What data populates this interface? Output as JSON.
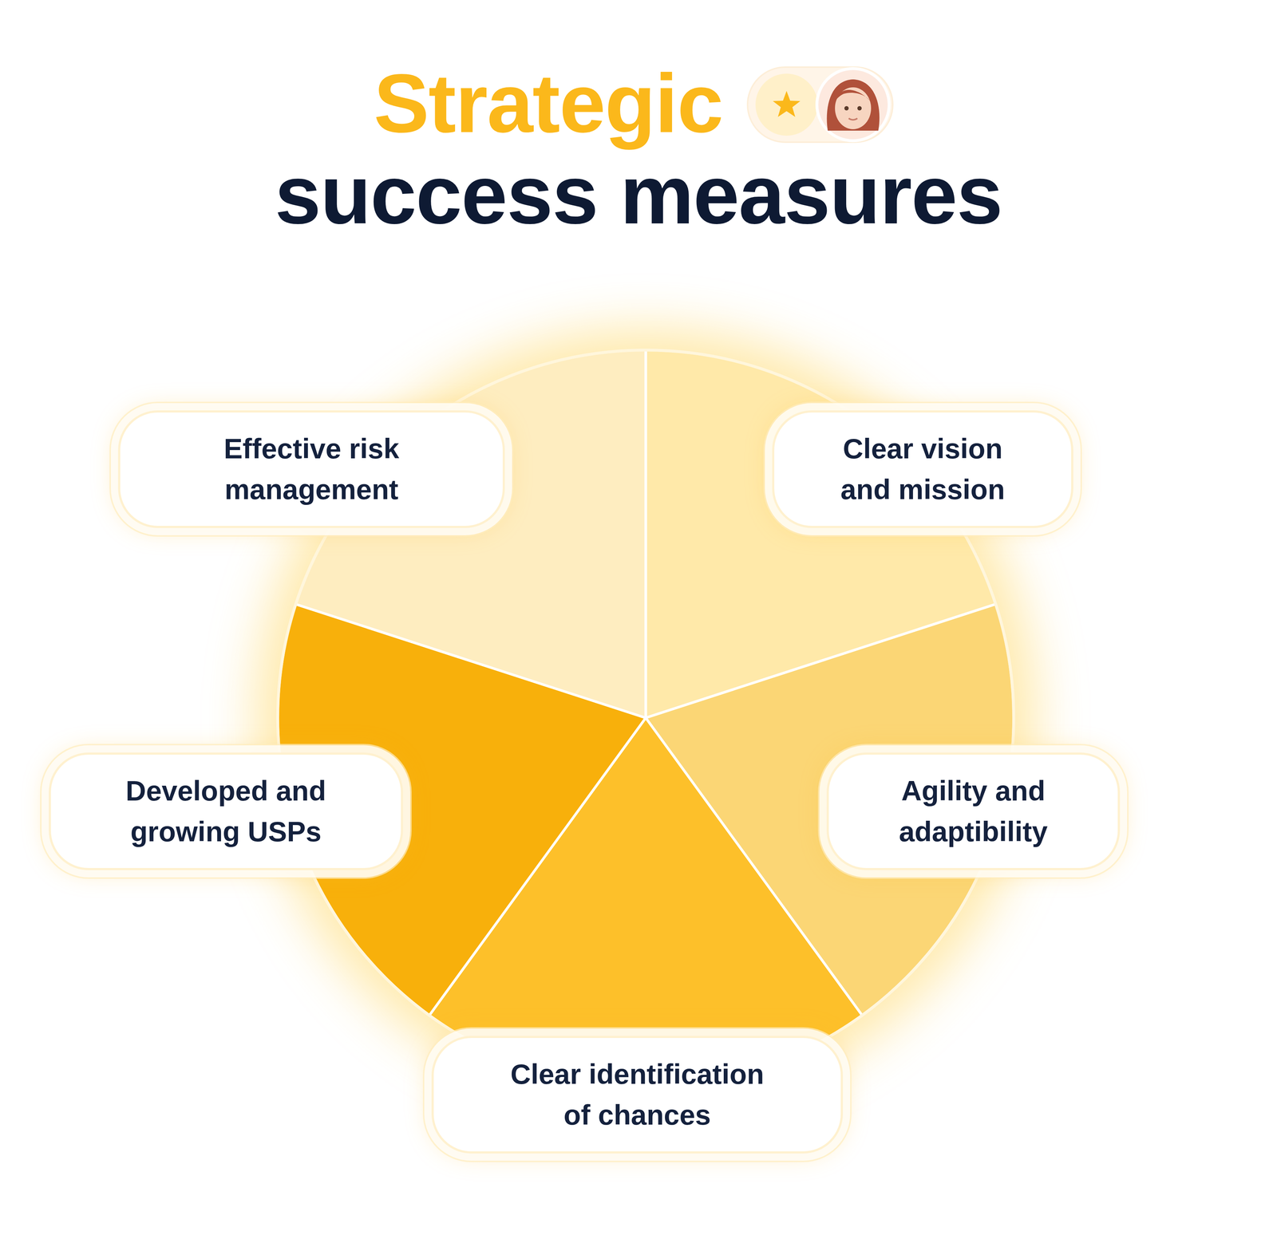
{
  "diagram": {
    "title": "Strategic success measures",
    "nodes": [
      {
        "text": [
          "Effective risk management"
        ]
      },
      {
        "text": [
          "Clear vision and mission"
        ]
      },
      {
        "text": [
          "Developed and growing USPs"
        ]
      },
      {
        "text": [
          "Agility and adaptibility"
        ]
      },
      {
        "text": [
          "Clear identification of chances"
        ]
      }
    ]
  }
}
